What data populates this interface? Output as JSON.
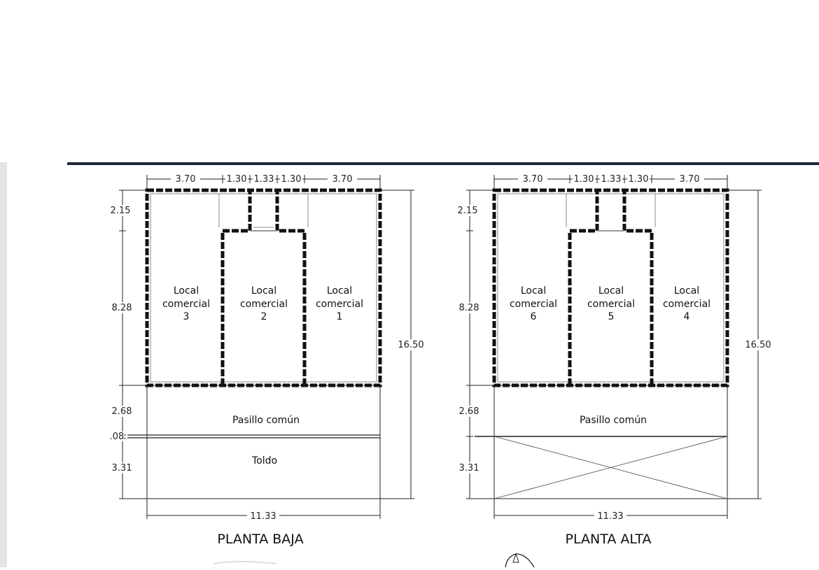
{
  "plans": [
    {
      "title": "PLANTA BAJA",
      "top_dims": [
        "3.70",
        "1.30",
        "1.33",
        "1.30",
        "3.70"
      ],
      "left_dims": [
        "2.15",
        "8.28",
        "2.68",
        ".08",
        "3.31"
      ],
      "right_dim": "16.50",
      "bottom_dim": "11.33",
      "rooms": [
        {
          "l1": "Local",
          "l2": "comercial",
          "l3": "3"
        },
        {
          "l1": "Local",
          "l2": "comercial",
          "l3": "2"
        },
        {
          "l1": "Local",
          "l2": "comercial",
          "l3": "1"
        }
      ],
      "corridor": "Pasillo común",
      "toldo": "Toldo"
    },
    {
      "title": "PLANTA ALTA",
      "top_dims": [
        "3.70",
        "1.30",
        "1.33",
        "1.30",
        "3.70"
      ],
      "left_dims": [
        "2.15",
        "8.28",
        "2.68",
        "3.31"
      ],
      "right_dim": "16.50",
      "bottom_dim": "11.33",
      "rooms": [
        {
          "l1": "Local",
          "l2": "comercial",
          "l3": "6"
        },
        {
          "l1": "Local",
          "l2": "comercial",
          "l3": "5"
        },
        {
          "l1": "Local",
          "l2": "comercial",
          "l3": "4"
        }
      ],
      "corridor": "Pasillo común",
      "toldo": ""
    }
  ]
}
